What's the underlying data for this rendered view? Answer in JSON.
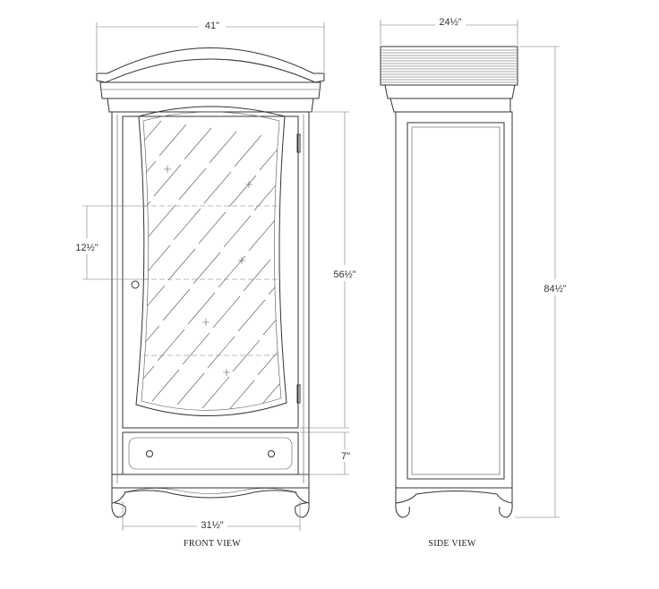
{
  "front_view": {
    "caption": "FRONT VIEW",
    "dimensions": {
      "overall_width": "41\"",
      "door_height": "56½\"",
      "shelf_spacing": "12½\"",
      "drawer_height": "7\"",
      "base_width": "31½\""
    }
  },
  "side_view": {
    "caption": "SIDE VIEW",
    "dimensions": {
      "depth": "24½\"",
      "overall_height": "84½\""
    }
  }
}
